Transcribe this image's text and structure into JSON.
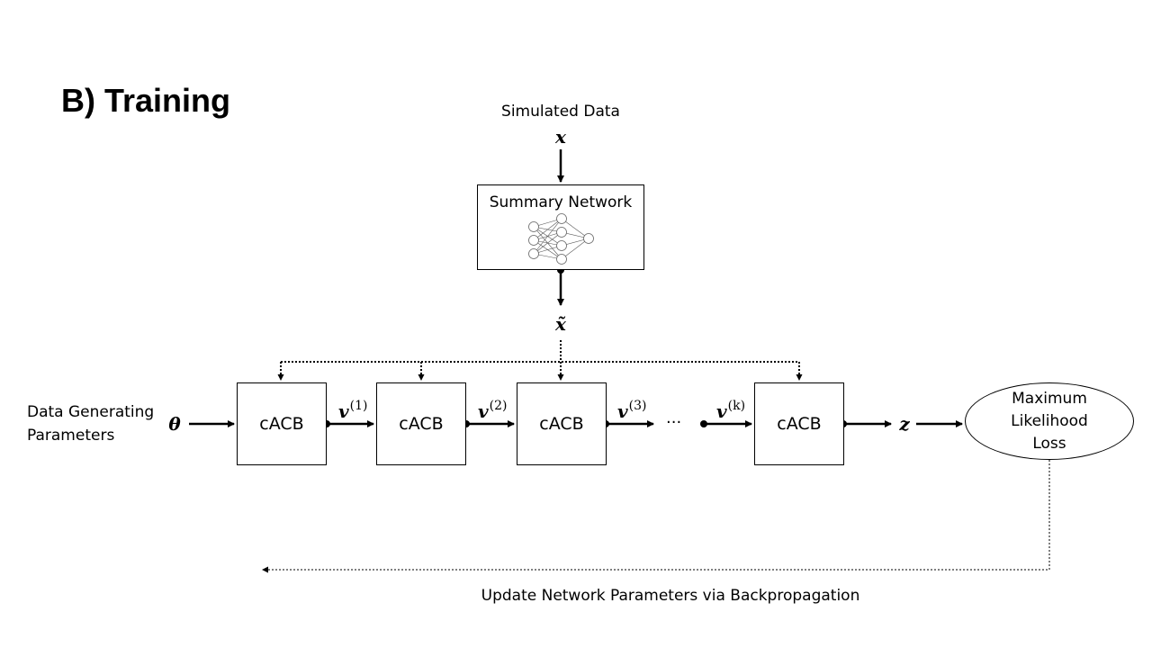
{
  "title": "B) Training",
  "summary": {
    "input_caption": "Simulated Data",
    "input_symbol": "x",
    "label": "Summary Network",
    "output_symbol": "x̃"
  },
  "params": {
    "caption_line1": "Data Generating",
    "caption_line2": "Parameters",
    "symbol": "θ"
  },
  "blocks": [
    "cACB",
    "cACB",
    "cACB",
    "cACB"
  ],
  "vars": [
    {
      "base": "v",
      "sup": "(1)"
    },
    {
      "base": "v",
      "sup": "(2)"
    },
    {
      "base": "v",
      "sup": "(3)"
    },
    {
      "base": "v",
      "sup": "(k)"
    }
  ],
  "ellipsis": "···",
  "output_symbol": "z",
  "loss": {
    "line1": "Maximum",
    "line2": "Likelihood",
    "line3": "Loss"
  },
  "feedback_caption": "Update Network Parameters via Backpropagation"
}
